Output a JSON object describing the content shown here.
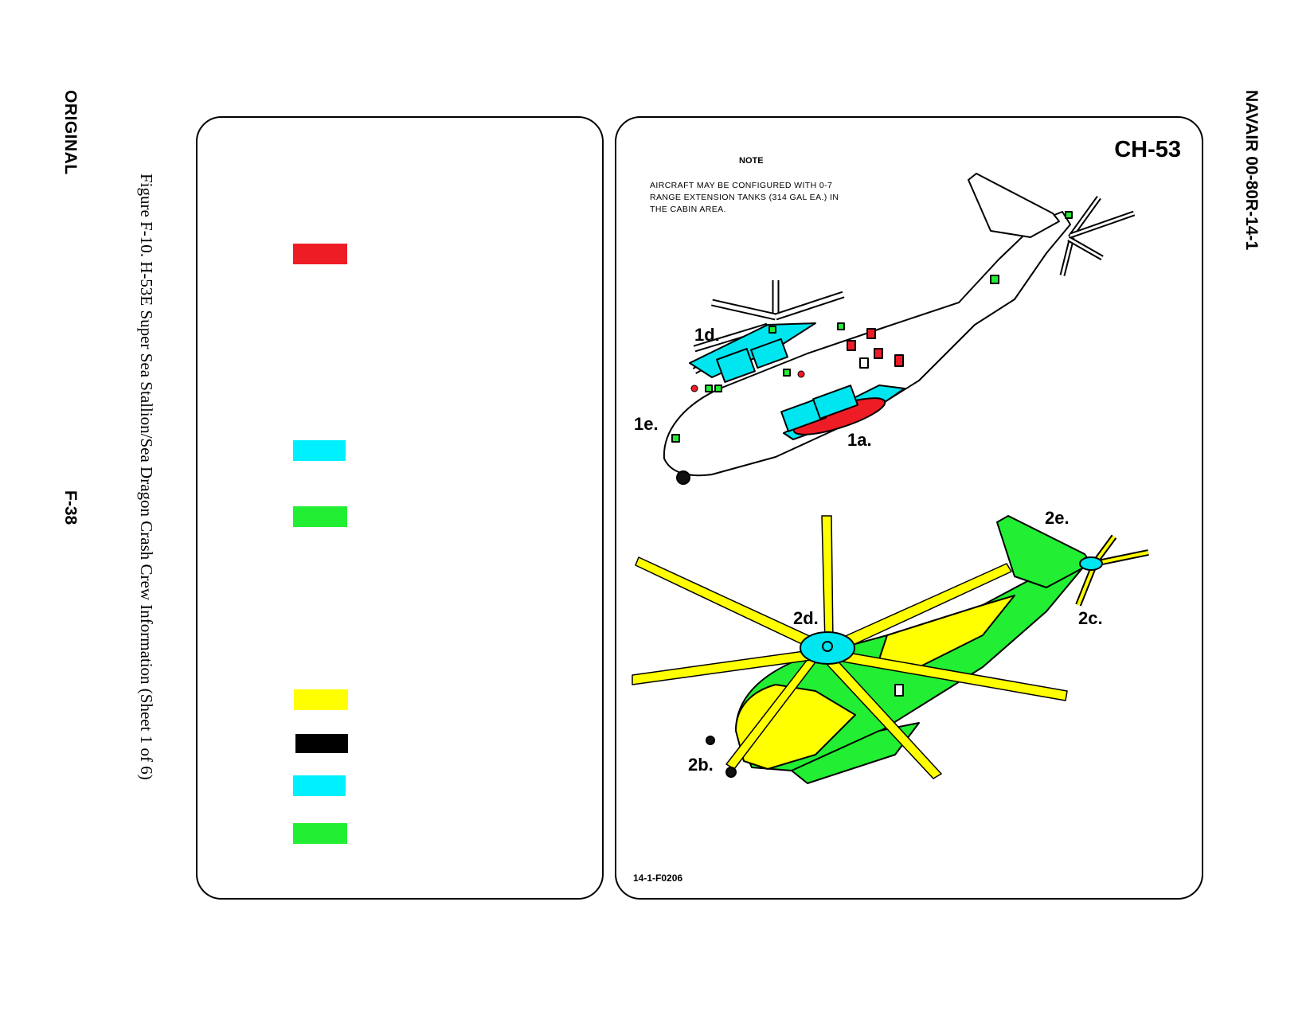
{
  "page": {
    "status_mark": "ORIGINAL",
    "page_number": "F-38",
    "document_number": "NAVAIR 00-80R-14-1",
    "caption": "Figure F-10.  H-53E Super Sea Stallion/Sea Dragon Crash Crew Information (Sheet 1 of 6)"
  },
  "legend": {
    "swatches": [
      {
        "name": "red",
        "color": "#ee1c25"
      },
      {
        "name": "cyan",
        "color": "#00f0ff"
      },
      {
        "name": "green",
        "color": "#22ee33"
      },
      {
        "name": "yellow",
        "color": "#ffff00"
      },
      {
        "name": "black",
        "color": "#000000"
      },
      {
        "name": "cyan",
        "color": "#00f0ff"
      },
      {
        "name": "green",
        "color": "#22ee33"
      }
    ]
  },
  "figure": {
    "aircraft": "CH-53",
    "note_title": "NOTE",
    "note_text": "AIRCRAFT MAY BE CONFIGURED WITH 0-7\nRANGE EXTENSION TANKS (314 GAL EA.) IN\nTHE CABIN AREA.",
    "figure_id": "14-1-F0206",
    "callouts": {
      "c1a": "1a.",
      "c1d": "1d.",
      "c1e": "1e.",
      "c2b": "2b.",
      "c2c": "2c.",
      "c2d": "2d.",
      "c2e": "2e."
    }
  }
}
